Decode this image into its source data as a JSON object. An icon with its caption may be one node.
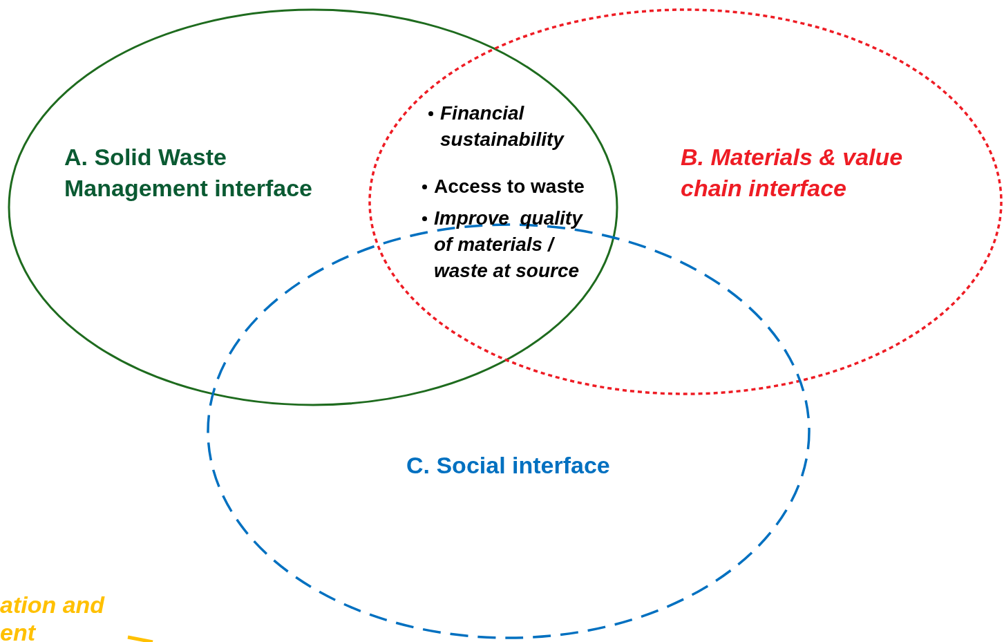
{
  "diagram": {
    "nodes": [
      {
        "text": [
          "A. Solid Waste Management interface"
        ]
      },
      {
        "text": [
          "B. Materials & value chain interface"
        ]
      },
      {
        "text": [
          "C. Social interface"
        ]
      }
    ],
    "edges": [],
    "labels": [
      "Financial sustainability",
      "Access to waste",
      "Improve  quality of materials / waste at source",
      "ation and ent"
    ]
  }
}
